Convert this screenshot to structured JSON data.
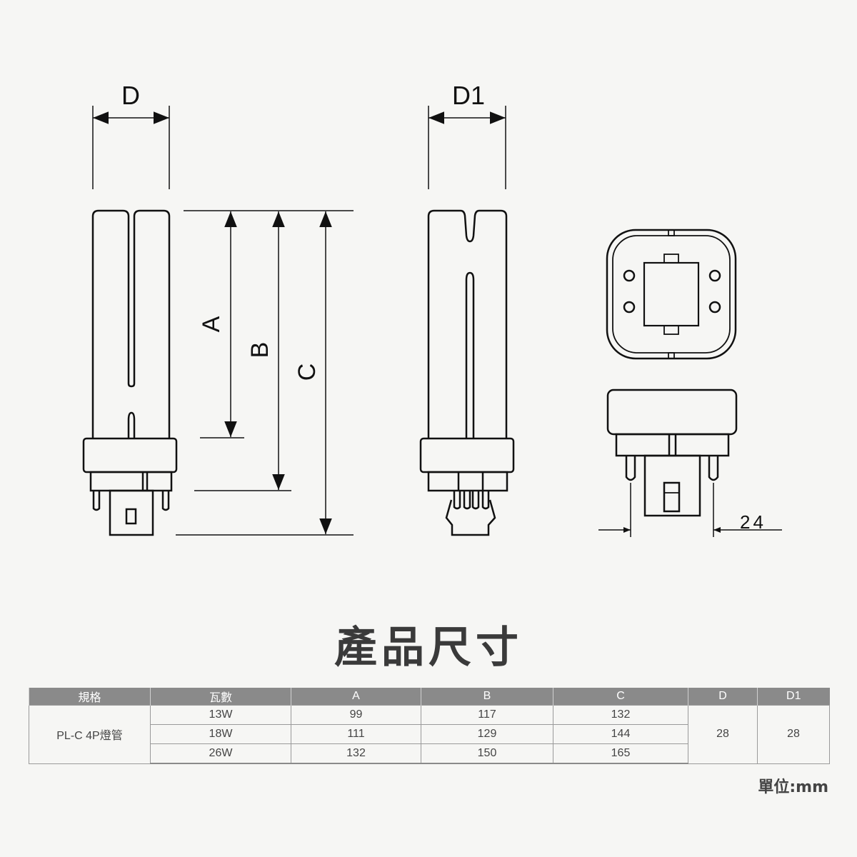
{
  "diagram": {
    "label_d": "D",
    "label_d1": "D1",
    "label_a": "A",
    "label_b": "B",
    "label_c": "C",
    "label_24": "24"
  },
  "title": "產品尺寸",
  "table": {
    "headers": [
      "規格",
      "瓦數",
      "A",
      "B",
      "C",
      "D",
      "D1"
    ],
    "model": "PL-C 4P燈管",
    "rows": [
      {
        "watt": "13W",
        "a": "99",
        "b": "117",
        "c": "132"
      },
      {
        "watt": "18W",
        "a": "111",
        "b": "129",
        "c": "144"
      },
      {
        "watt": "26W",
        "a": "132",
        "b": "150",
        "c": "165"
      }
    ],
    "d": "28",
    "d1": "28"
  },
  "unit_note": "單位:mm"
}
